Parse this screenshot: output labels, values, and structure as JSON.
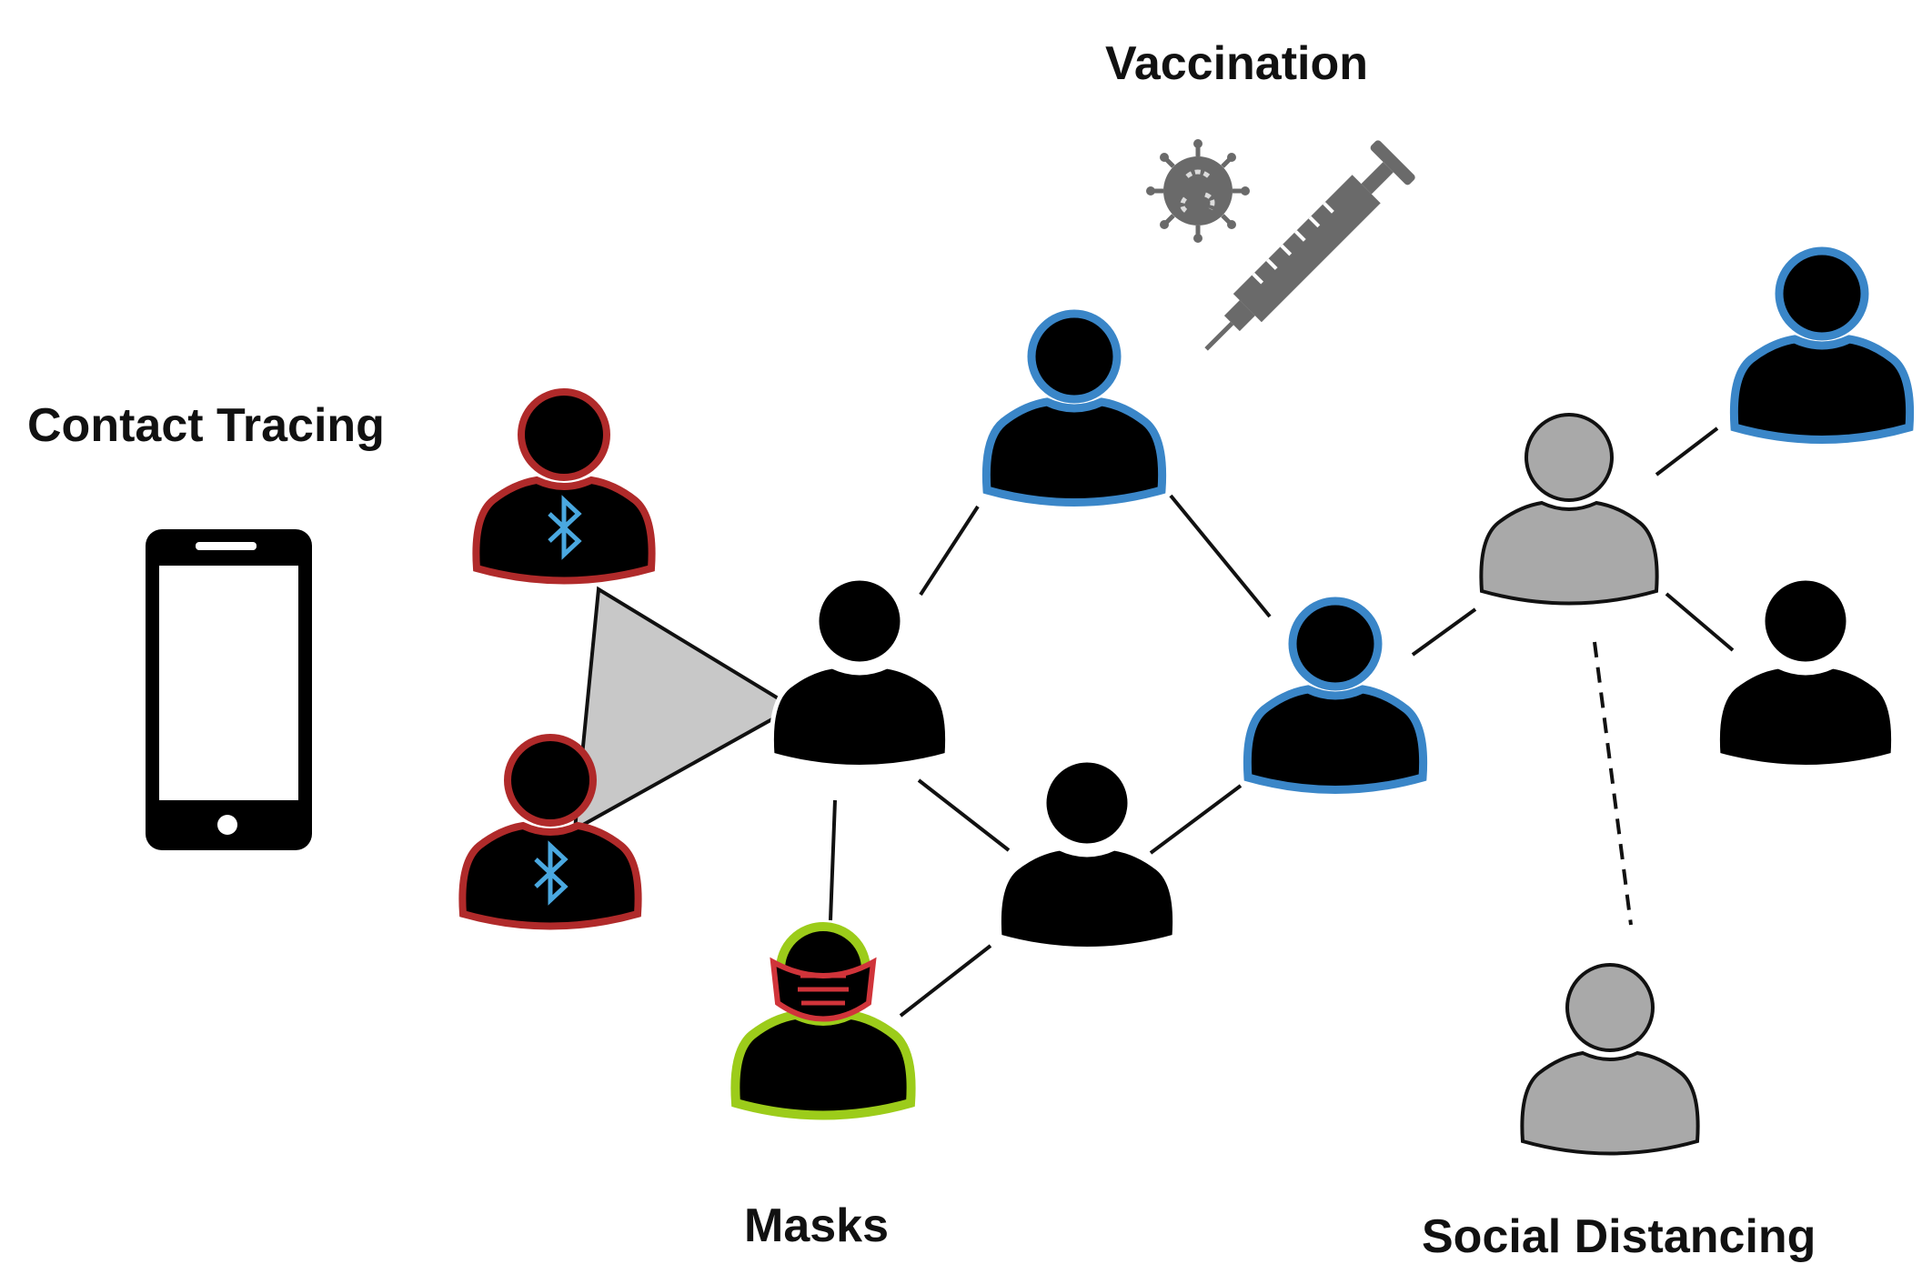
{
  "labels": {
    "vaccination": "Vaccination",
    "contact_tracing": "Contact Tracing",
    "masks": "Masks",
    "social_distancing": "Social Distancing"
  },
  "colors": {
    "person_fill": "#000000",
    "gray_person_fill": "#a9a9a9",
    "contact_ring": "#b02a2a",
    "vaccinated_ring": "#3a86c8",
    "mask_ring": "#9ccc1a",
    "mask": "#d0343a",
    "bluetooth": "#4aa8e0",
    "icon_gray": "#6a6a6a",
    "triangle_fill": "#c8c8c8"
  },
  "icons": [
    "phone-icon",
    "virus-icon",
    "syringe-icon",
    "bluetooth-icon",
    "mask-icon"
  ]
}
